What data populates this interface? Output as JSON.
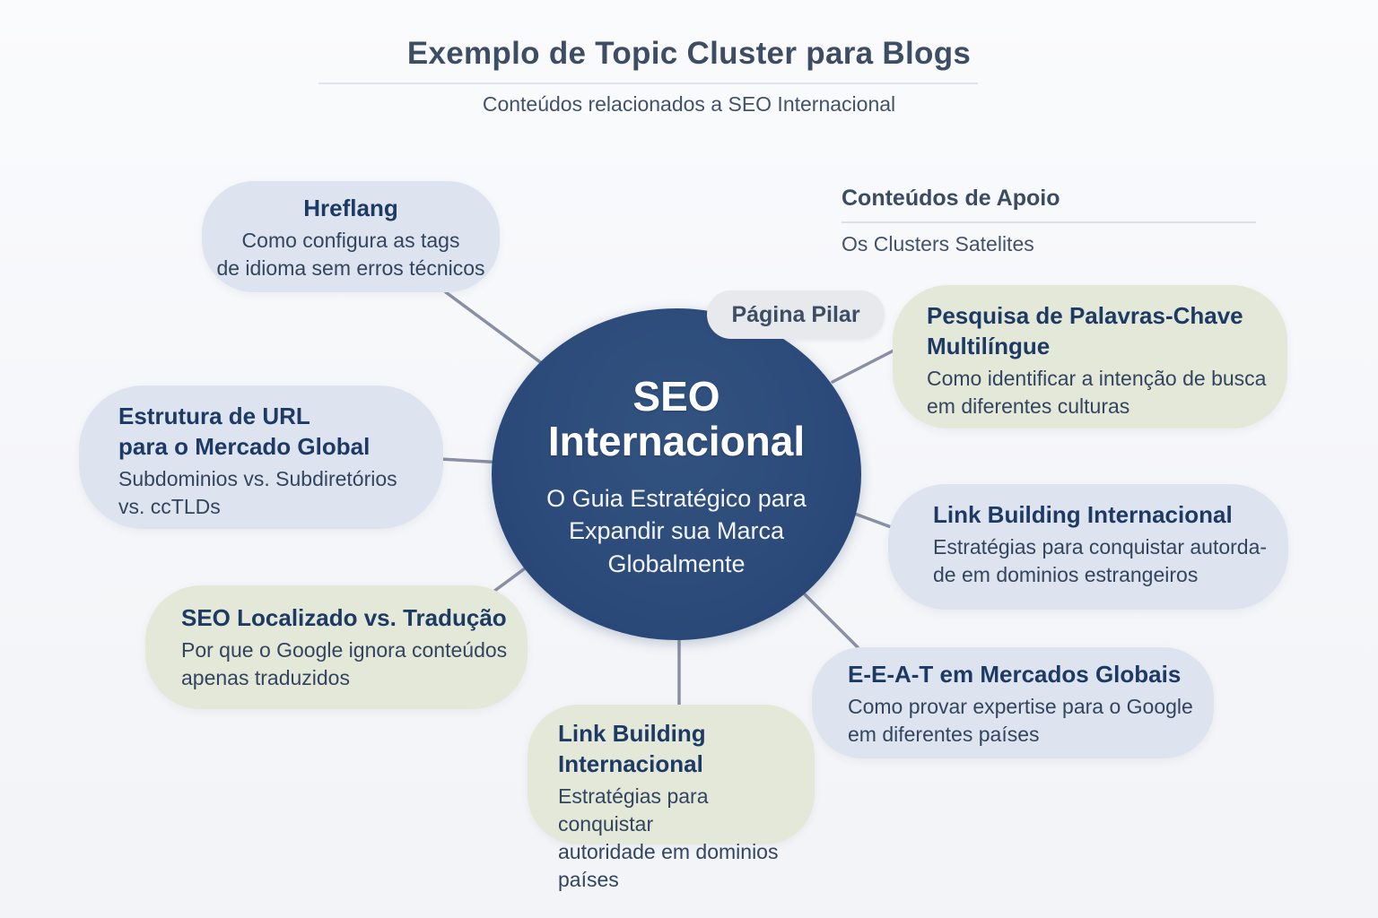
{
  "header": {
    "title": "Exemplo de Topic Cluster para Blogs",
    "subtitle": "Conteúdos relacionados a SEO Internacional"
  },
  "pillar": {
    "label": "Página Pilar",
    "name": "SEO\nInternacional",
    "description": "O Guia Estratégico para\nExpandir sua Marca\nGlobalmente"
  },
  "supporting": {
    "heading": "Conteúdos de Apoio",
    "subheading": "Os Clusters Satelites"
  },
  "clusters": [
    {
      "id": "hreflang",
      "title": "Hreflang",
      "description": "Como configura as tags\nde idioma sem erros técnicos"
    },
    {
      "id": "estrutura-url",
      "title": "Estrutura de URL\npara o Mercado Global",
      "description": "Subdominios vs. Subdiretórios\nvs. ccTLDs"
    },
    {
      "id": "seo-localizado",
      "title": "SEO Localizado vs. Tradução",
      "description": "Por que o Google ignora conteúdos\napenas traduzidos"
    },
    {
      "id": "link-building-bottom",
      "title": "Link Building\nInternacional",
      "description": "Estratégias para conquistar\nautoridade em dominios países"
    },
    {
      "id": "pesquisa-palavras-chave",
      "title": "Pesquisa de Palavras-Chave\nMultilíngue",
      "description": "Como identificar a intenção de busca\nem diferentes culturas"
    },
    {
      "id": "link-building-right",
      "title": "Link Building Internacional",
      "description": "Estratégias para conquistar autorda-\nde em dominios estrangeiros"
    },
    {
      "id": "eeat",
      "title": "E-E-A-T em Mercados Globais",
      "description": "Como provar expertise para o Google\nem diferentes países"
    }
  ],
  "colors": {
    "pillar_fill": "#2c4b7a",
    "pillar_text": "#ffffff",
    "cluster_blue": "#dde4ef",
    "cluster_green": "#e4e8d9",
    "pill_gray": "#e7e9ec",
    "connector": "#8a90a4",
    "heading_text": "#3c4d64",
    "bubble_title_text": "#1d3a64",
    "body_text": "#33455e"
  }
}
